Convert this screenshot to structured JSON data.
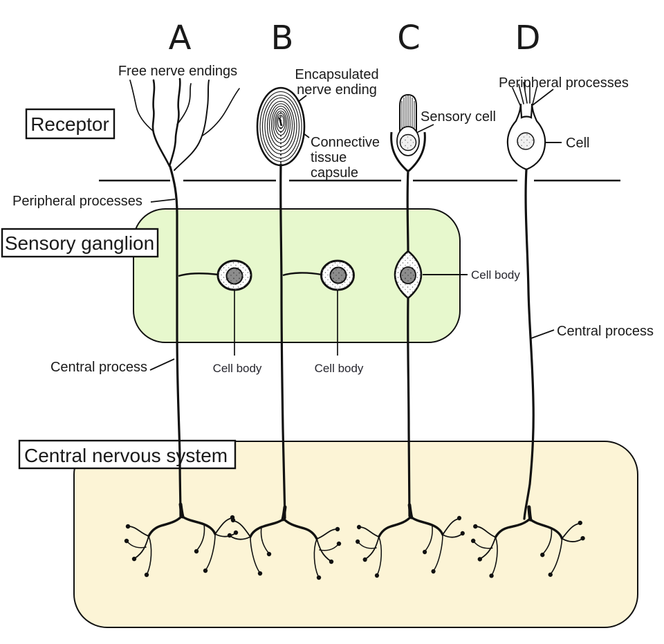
{
  "figure": {
    "letters": {
      "a": "A",
      "b": "B",
      "c": "C",
      "d": "D"
    },
    "region_boxes": {
      "receptor": "Receptor",
      "sensory_ganglion": "Sensory ganglion",
      "central_nervous_system": "Central nervous system"
    },
    "labels": {
      "free_nerve_endings": "Free nerve endings",
      "encapsulated_line1": "Encapsulated",
      "encapsulated_line2": "nerve ending",
      "connective_line1": "Connective",
      "connective_line2": "tissue",
      "connective_line3": "capsule",
      "sensory_cell": "Sensory cell",
      "peripheral_processes_top": "Peripheral processes",
      "cell": "Cell",
      "peripheral_processes_left": "Peripheral processes",
      "cell_body_a": "Cell body",
      "cell_body_b": "Cell body",
      "cell_body_c": "Cell body",
      "central_process_left": "Central process",
      "central_process_right": "Central process"
    },
    "colors": {
      "ganglion_fill": "#e7f8cd",
      "cns_fill": "#fcf4d6",
      "ink": "#111111",
      "nucleus_gray": "#8c8c8c"
    }
  }
}
